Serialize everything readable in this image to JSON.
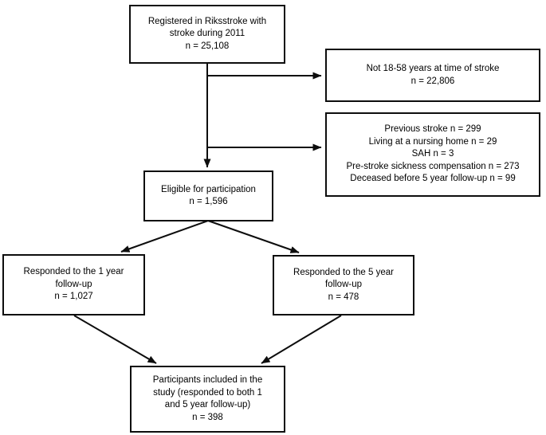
{
  "diagram": {
    "type": "flowchart",
    "background_color": "#ffffff",
    "line_color": "#000000",
    "boxes": {
      "registered": {
        "lines": [
          "Registered in Riksstroke with",
          "stroke during 2011",
          "n = 25,108"
        ]
      },
      "age_exclusion": {
        "lines": [
          "Not 18-58 years at time of stroke",
          "n = 22,806"
        ]
      },
      "other_exclusions": {
        "lines": [
          "Previous stroke n = 299",
          "Living at a nursing home n = 29",
          "SAH n = 3",
          "Pre-stroke sickness compensation n = 273",
          "Deceased before 5 year follow-up n = 99"
        ]
      },
      "eligible": {
        "lines": [
          "Eligible for participation",
          "n = 1,596"
        ]
      },
      "one_year_followup": {
        "lines": [
          "Responded to the 1 year",
          "follow-up",
          "n = 1,027"
        ]
      },
      "five_year_followup": {
        "lines": [
          "Responded to the 5 year",
          "follow-up",
          "n = 478"
        ]
      },
      "included": {
        "lines": [
          "Participants included in the",
          "study (responded to both 1",
          "and 5 year follow-up)",
          "n = 398"
        ]
      }
    }
  }
}
